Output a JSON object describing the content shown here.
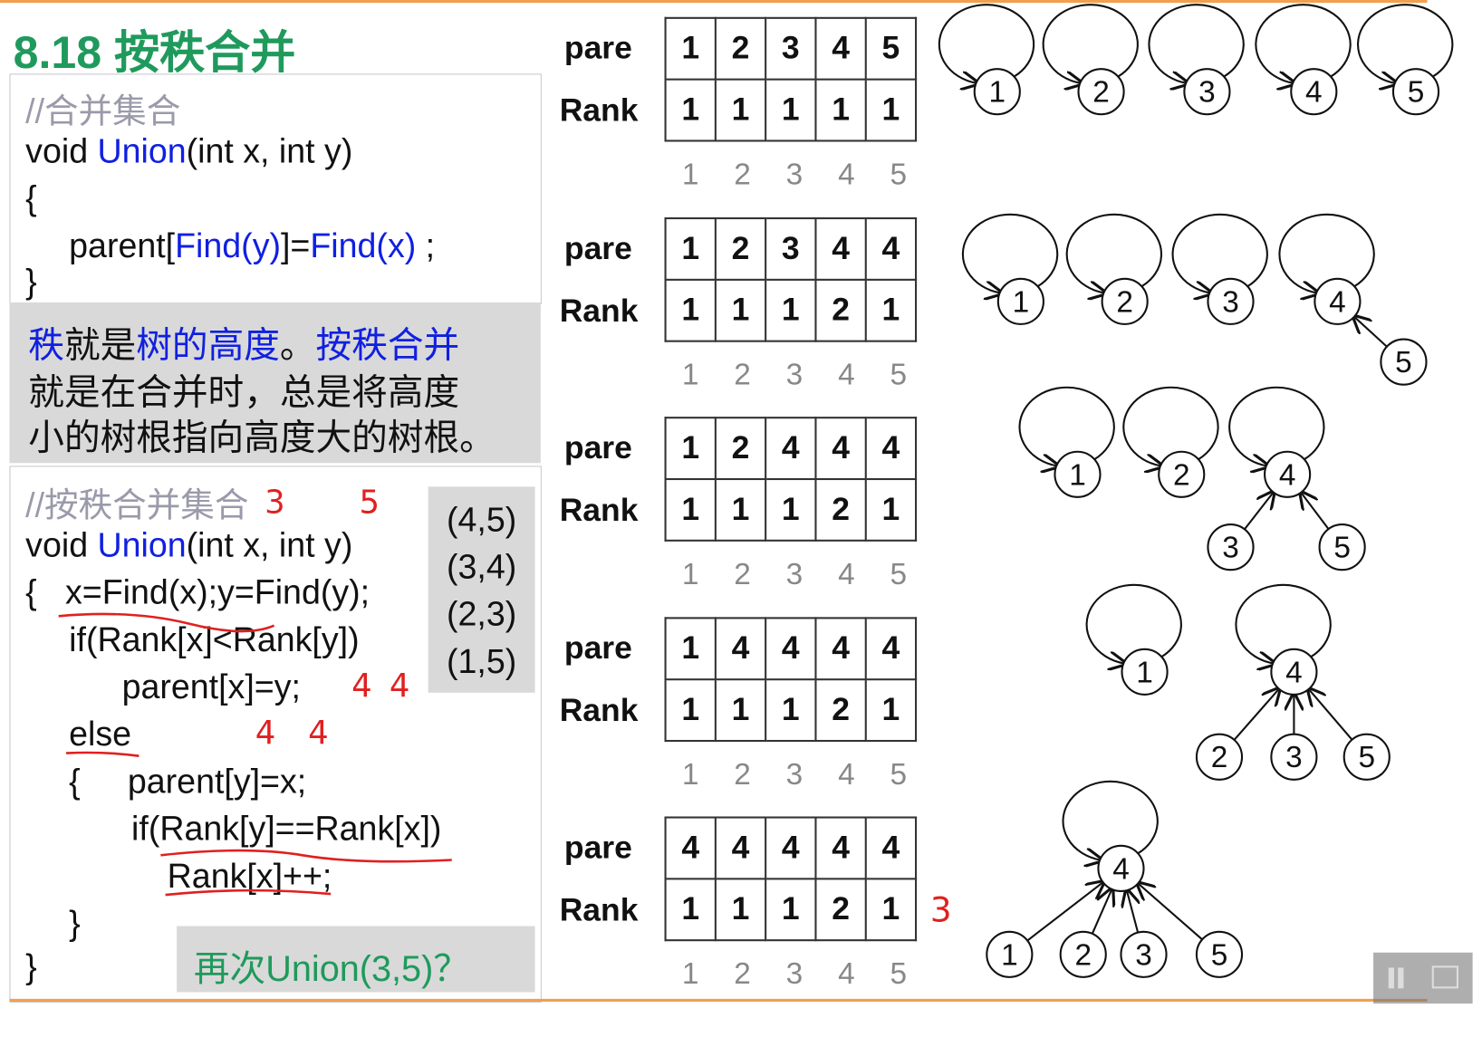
{
  "title": "8.18  按秩合并",
  "code_box_1": {
    "comment": "//合并集合",
    "lines": [
      "void ",
      "Union",
      "(int x, int y)",
      "{",
      "parent[",
      "Find(y)",
      "]=",
      "Find(x)",
      " ;",
      "}"
    ]
  },
  "explanation": {
    "line1": [
      "秩",
      "就是",
      "树的高度",
      "。",
      "按秩合并"
    ],
    "line2": "就是在合并时，总是将高度",
    "line3": "小的树根指向高度大的树根。"
  },
  "code_box_2": {
    "comment": "//按秩合并集合",
    "sig": [
      "void ",
      "Union",
      "(int x, int y)"
    ],
    "l2": "{   x=Find(x);y=Find(y);",
    "l3": "if(Rank[x]<Rank[y])",
    "l4": "parent[x]=y;",
    "l5": "else",
    "l6": "{     parent[y]=x;",
    "l7": "if(Rank[y]==Rank[x])",
    "l8": "Rank[x]++;",
    "l9": "}",
    "l10": "}"
  },
  "pairs": [
    "(4,5)",
    "(3,4)",
    "(2,3)",
    "(1,5)"
  ],
  "question": "再次Union(3,5)？",
  "handwritten": [
    "3",
    "5",
    "4",
    "4",
    "4",
    "4",
    "3"
  ],
  "row_labels": {
    "parent": "pare",
    "rank": "Rank"
  },
  "indices": [
    "1",
    "2",
    "3",
    "4",
    "5"
  ],
  "states": [
    {
      "parent": [
        1,
        2,
        3,
        4,
        5
      ],
      "rank": [
        1,
        1,
        1,
        1,
        1
      ]
    },
    {
      "parent": [
        1,
        2,
        3,
        4,
        4
      ],
      "rank": [
        1,
        1,
        1,
        2,
        1
      ]
    },
    {
      "parent": [
        1,
        2,
        4,
        4,
        4
      ],
      "rank": [
        1,
        1,
        1,
        2,
        1
      ]
    },
    {
      "parent": [
        1,
        4,
        4,
        4,
        4
      ],
      "rank": [
        1,
        1,
        1,
        2,
        1
      ]
    },
    {
      "parent": [
        4,
        4,
        4,
        4,
        4
      ],
      "rank": [
        1,
        1,
        1,
        2,
        1
      ]
    }
  ],
  "colors": {
    "title": "#1f9a5c",
    "keyword": "#1020e0",
    "annotation": "#e02020",
    "accent_line": "#f0a050"
  }
}
